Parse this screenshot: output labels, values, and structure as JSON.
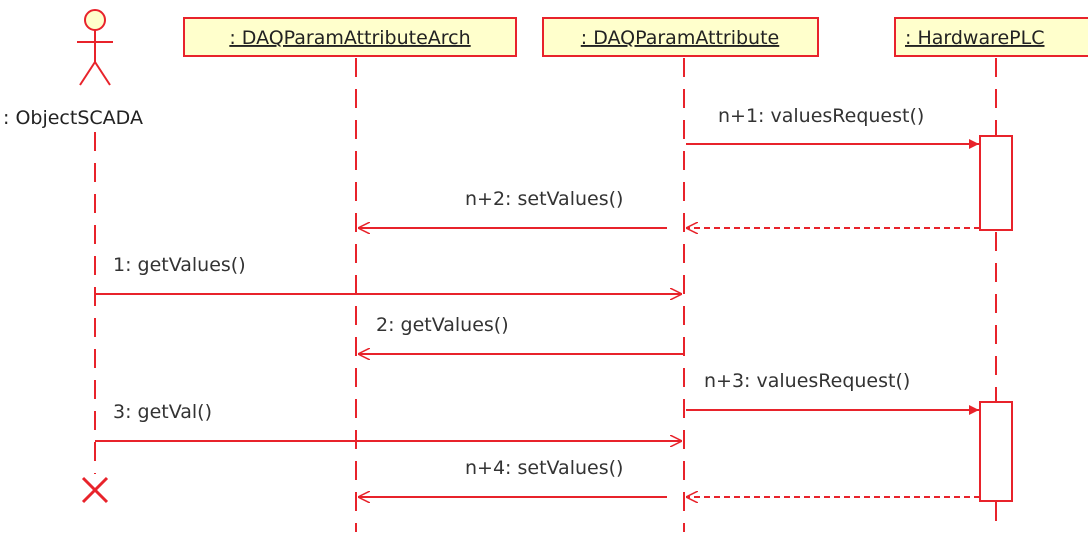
{
  "actor": {
    "label": ": ObjectSCADA"
  },
  "objects": [
    {
      "label": ": DAQParamAttributeArch"
    },
    {
      "label": ": DAQParamAttribute"
    },
    {
      "label": ": HardwarePLC"
    }
  ],
  "messages": [
    {
      "label": "n+1: valuesRequest()"
    },
    {
      "label": "n+2: setValues()"
    },
    {
      "label": "1: getValues()"
    },
    {
      "label": "2: getValues()"
    },
    {
      "label": "n+3: valuesRequest()"
    },
    {
      "label": "3: getVal()"
    },
    {
      "label": "n+4: setValues()"
    }
  ],
  "colors": {
    "line": "#e8232b",
    "object_fill": "#ffffcc",
    "text": "#333333"
  }
}
